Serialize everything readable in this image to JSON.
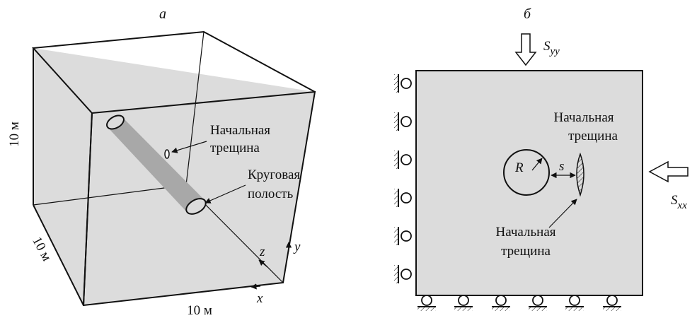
{
  "panel_a": {
    "label": "а",
    "dim_height": "10 м",
    "dim_depth": "10 м",
    "dim_width": "10 м",
    "crack_label_1": "Начальная",
    "crack_label_2": "трещина",
    "cavity_label_1": "Круговая",
    "cavity_label_2": "полость",
    "axis_x": "x",
    "axis_y": "y",
    "axis_z": "z"
  },
  "panel_b": {
    "label": "б",
    "stress_top_main": "S",
    "stress_top_sub": "yy",
    "stress_right_main": "S",
    "stress_right_sub": "xx",
    "radius_label": "R",
    "distance_label": "s",
    "crack_top_1": "Начальная",
    "crack_top_2": "трещина",
    "crack_bottom_1": "Начальная",
    "crack_bottom_2": "трещина"
  },
  "colors": {
    "fill": "#dcdcdc",
    "cylinder": "#a8a8a8",
    "line": "#111111"
  }
}
